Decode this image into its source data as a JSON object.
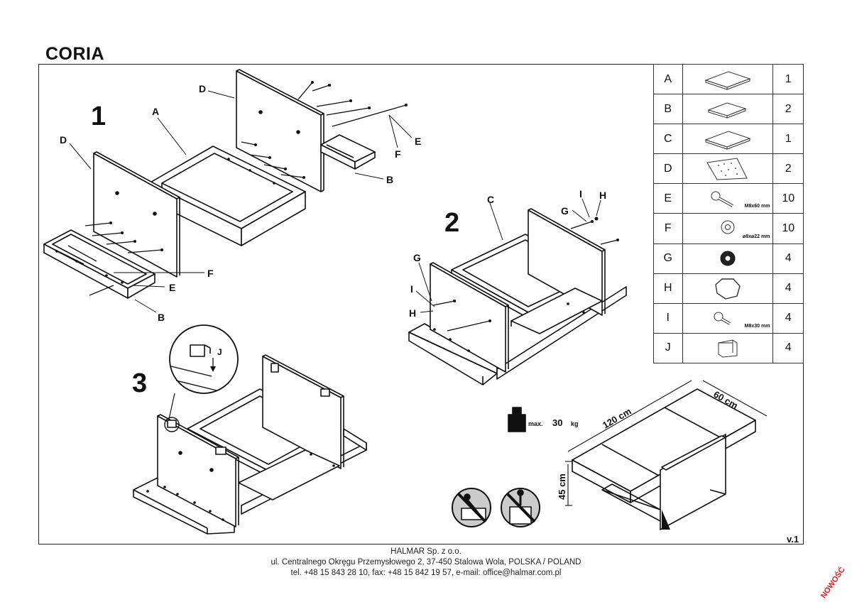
{
  "document": {
    "title": "CORIA",
    "version": "v.1",
    "stamp": "NOWOŚĆ"
  },
  "steps": [
    {
      "number": "1",
      "labels": [
        "A",
        "B",
        "B",
        "D",
        "D",
        "E",
        "E",
        "F",
        "F"
      ]
    },
    {
      "number": "2",
      "labels": [
        "C",
        "G",
        "G",
        "H",
        "H",
        "I",
        "I"
      ]
    },
    {
      "number": "3",
      "labels": [
        "J"
      ]
    }
  ],
  "parts": [
    {
      "letter": "A",
      "icon": "board-icon",
      "spec": "",
      "qty": "1"
    },
    {
      "letter": "B",
      "icon": "board-small-icon",
      "spec": "",
      "qty": "2"
    },
    {
      "letter": "C",
      "icon": "board-icon",
      "spec": "",
      "qty": "1"
    },
    {
      "letter": "D",
      "icon": "side-panel-icon",
      "spec": "",
      "qty": "2"
    },
    {
      "letter": "E",
      "icon": "bolt-icon",
      "spec": "M8x60 mm",
      "qty": "10"
    },
    {
      "letter": "F",
      "icon": "washer-icon",
      "spec": "⌀8x⌀22 mm",
      "qty": "10"
    },
    {
      "letter": "G",
      "icon": "spring-washer-icon",
      "spec": "",
      "qty": "4"
    },
    {
      "letter": "H",
      "icon": "nut-icon",
      "spec": "",
      "qty": "4"
    },
    {
      "letter": "I",
      "icon": "short-bolt-icon",
      "spec": "M8x30 mm",
      "qty": "4"
    },
    {
      "letter": "J",
      "icon": "bracket-icon",
      "spec": "",
      "qty": "4"
    }
  ],
  "dimensions": {
    "length": "120 cm",
    "width": "60 cm",
    "height": "45 cm"
  },
  "load": {
    "prefix": "max.",
    "value": "30",
    "unit": "kg"
  },
  "warnings": [
    "no-standing-icon",
    "no-climbing-icon"
  ],
  "footer": {
    "company": "HALMAR Sp. z o.o.",
    "address": "ul. Centralnego Okręgu Przemysłowego 2, 37-450 Stalowa Wola, POLSKA / POLAND",
    "contact": "tel. +48 15 843 28 10, fax: +48 15 842 19 57, e-mail: office@halmar.com.pl"
  }
}
